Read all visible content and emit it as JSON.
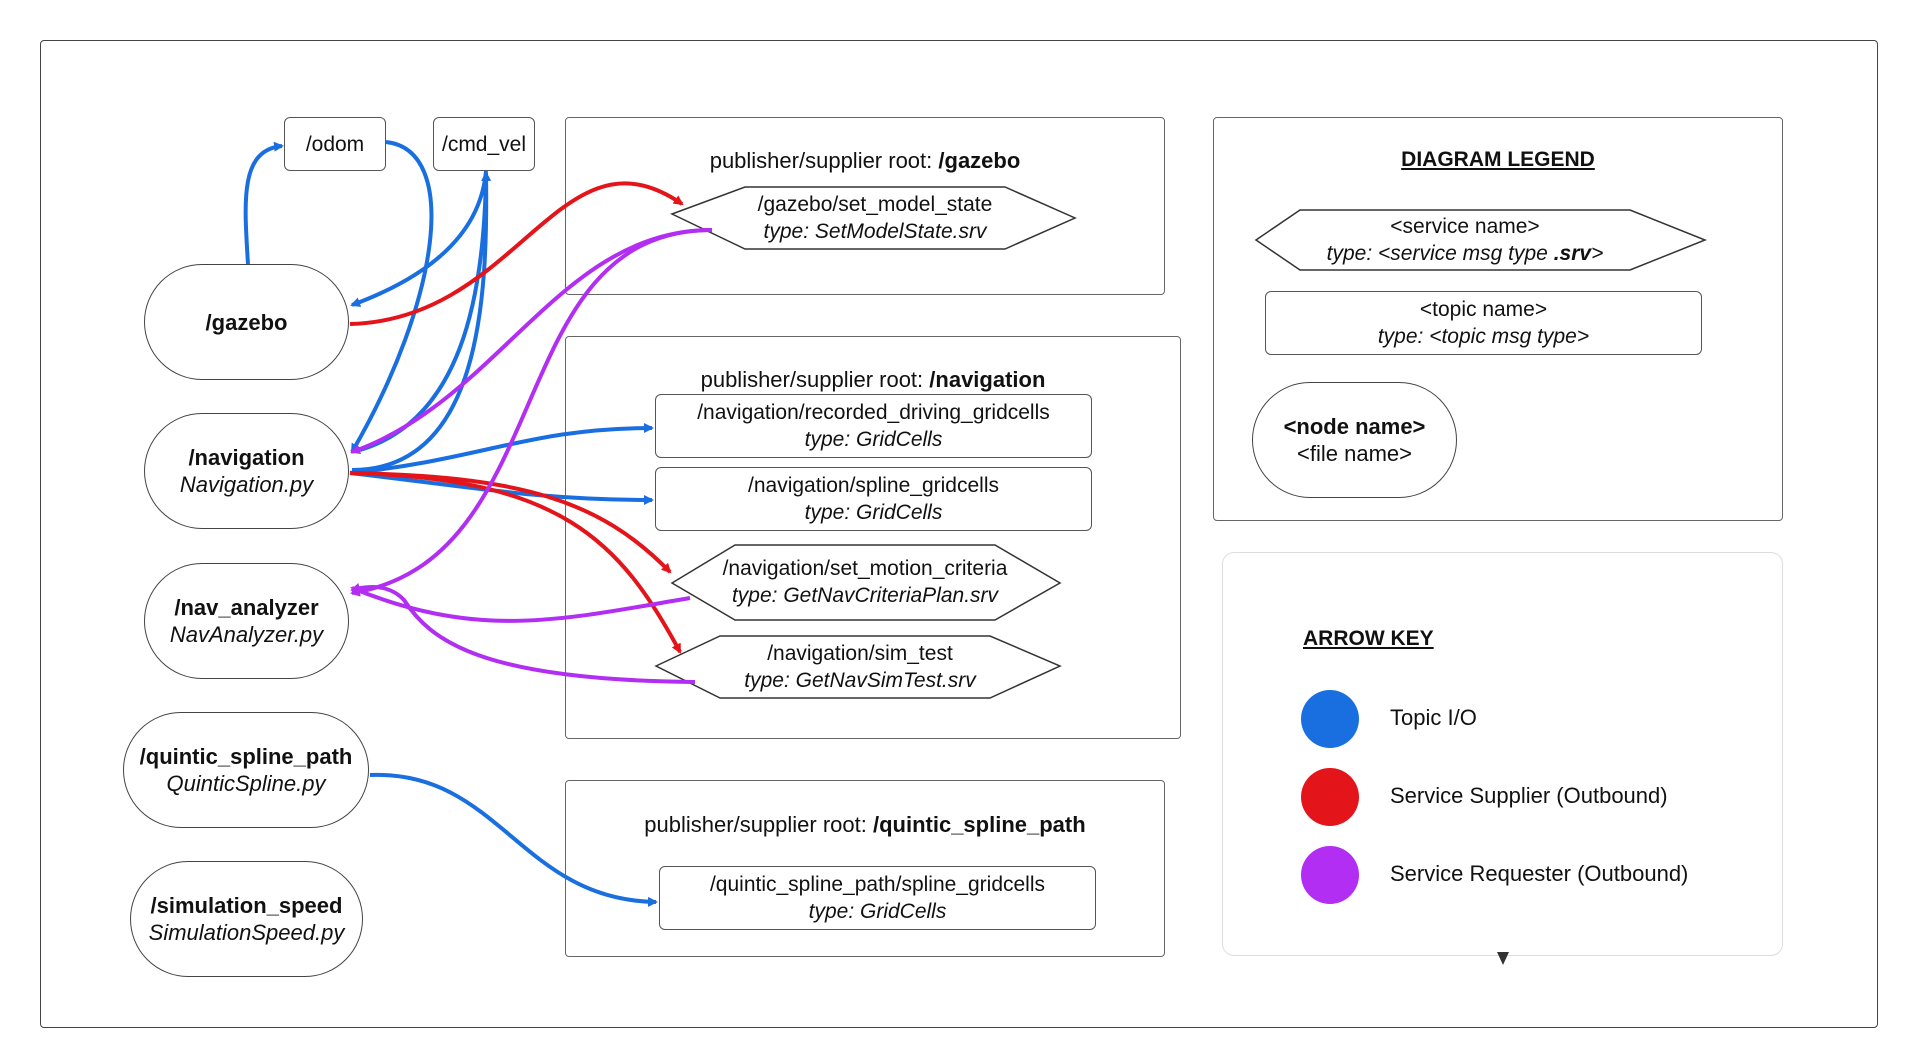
{
  "nodes": {
    "gazebo": {
      "name": "/gazebo"
    },
    "navigation": {
      "name": "/navigation",
      "file": "Navigation.py"
    },
    "nav_analyzer": {
      "name": "/nav_analyzer",
      "file": "NavAnalyzer.py"
    },
    "quintic": {
      "name": "/quintic_spline_path",
      "file": "QuinticSpline.py"
    },
    "simspeed": {
      "name": "/simulation_speed",
      "file": "SimulationSpeed.py"
    }
  },
  "topics": {
    "odom": "/odom",
    "cmd_vel": "/cmd_vel"
  },
  "groups": {
    "gazebo": {
      "prefix": "publisher/supplier root: ",
      "root": "/gazebo",
      "set_model_state": {
        "name": "/gazebo/set_model_state",
        "type": "type: SetModelState.srv"
      }
    },
    "navigation": {
      "prefix": "publisher/supplier root: ",
      "root": "/navigation",
      "recorded": {
        "name": "/navigation/recorded_driving_gridcells",
        "type": "type: GridCells"
      },
      "spline": {
        "name": "/navigation/spline_gridcells",
        "type": "type: GridCells"
      },
      "motion": {
        "name": "/navigation/set_motion_criteria",
        "type": "type: GetNavCriteriaPlan.srv"
      },
      "simtest": {
        "name": "/navigation/sim_test",
        "type": "type: GetNavSimTest.srv"
      }
    },
    "quintic": {
      "prefix": "publisher/supplier root: ",
      "root": "/quintic_spline_path",
      "spline": {
        "name": "/quintic_spline_path/spline_gridcells",
        "type": "type: GridCells"
      }
    }
  },
  "legend": {
    "title": "DIAGRAM LEGEND",
    "service_name": "<service name>",
    "service_type_pre": "type: <service msg type ",
    "service_type_bold": ".srv",
    "service_type_post": ">",
    "topic_name": "<topic name>",
    "topic_type": "type: <topic msg type>",
    "node_name": "<node name>",
    "file_name": "<file name>"
  },
  "arrow_key": {
    "title": "ARROW KEY",
    "items": [
      {
        "label": "Topic I/O",
        "color": "#1a6fe0"
      },
      {
        "label": "Service Supplier (Outbound)",
        "color": "#e3151a"
      },
      {
        "label": "Service Requester (Outbound)",
        "color": "#b12ef2"
      }
    ]
  },
  "colors": {
    "topic": "#1a6fe0",
    "supplier": "#e3151a",
    "requester": "#b12ef2"
  }
}
